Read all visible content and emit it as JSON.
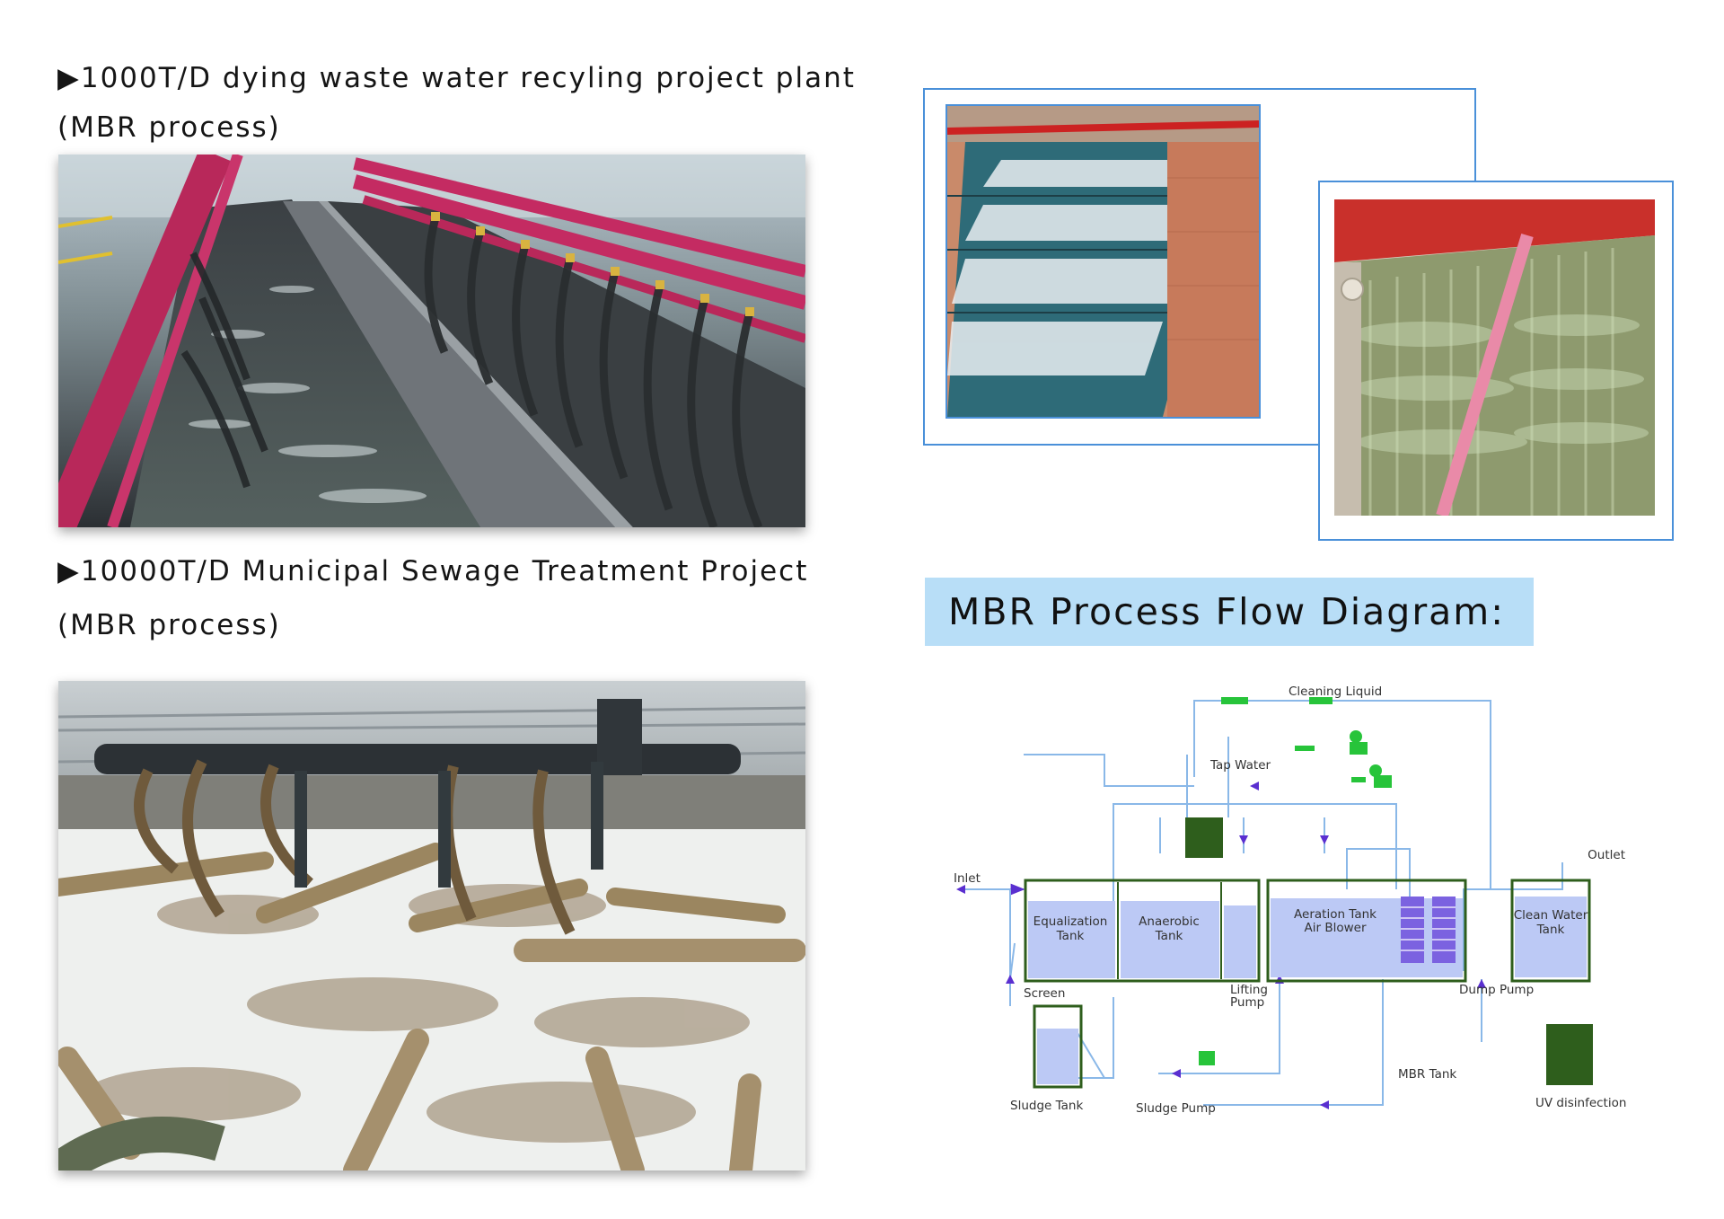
{
  "projects": [
    {
      "line1": "▶1000T/D dying waste water recyling project plant",
      "line2": "(MBR process)"
    },
    {
      "line1": "▶10000T/D Municipal Sewage Treatment Project",
      "line2": "(MBR process)"
    }
  ],
  "diagram": {
    "title": "MBR Process Flow Diagram:",
    "labels": {
      "cleaning_liquid": "Cleaning Liquid",
      "tap_water": "Tap Water",
      "inlet": "Inlet",
      "outlet": "Outlet",
      "equalization": [
        "Equalization",
        "Tank"
      ],
      "anaerobic": [
        "Anaerobic",
        "Tank"
      ],
      "aeration": [
        "Aeration Tank",
        "Air Blower"
      ],
      "clean_water": [
        "Clean Water",
        "Tank"
      ],
      "screen": "Screen",
      "lifting_pump": [
        "Lifting",
        "Pump"
      ],
      "dump_pump": "Dump Pump",
      "mbr_tank": "MBR Tank",
      "sludge_tank": "Sludge Tank",
      "sludge_pump": "Sludge Pump",
      "uv": "UV disinfection"
    }
  },
  "colors": {
    "frame_blue": "#4a90d9",
    "title_bg": "#b8def7",
    "tank_green": "#2e5e1c",
    "pipe_blue": "#8ab8e8",
    "arrow_purple": "#5a2fd0",
    "water_fill": "#bcc9f5",
    "valve_green": "#27c43a"
  }
}
